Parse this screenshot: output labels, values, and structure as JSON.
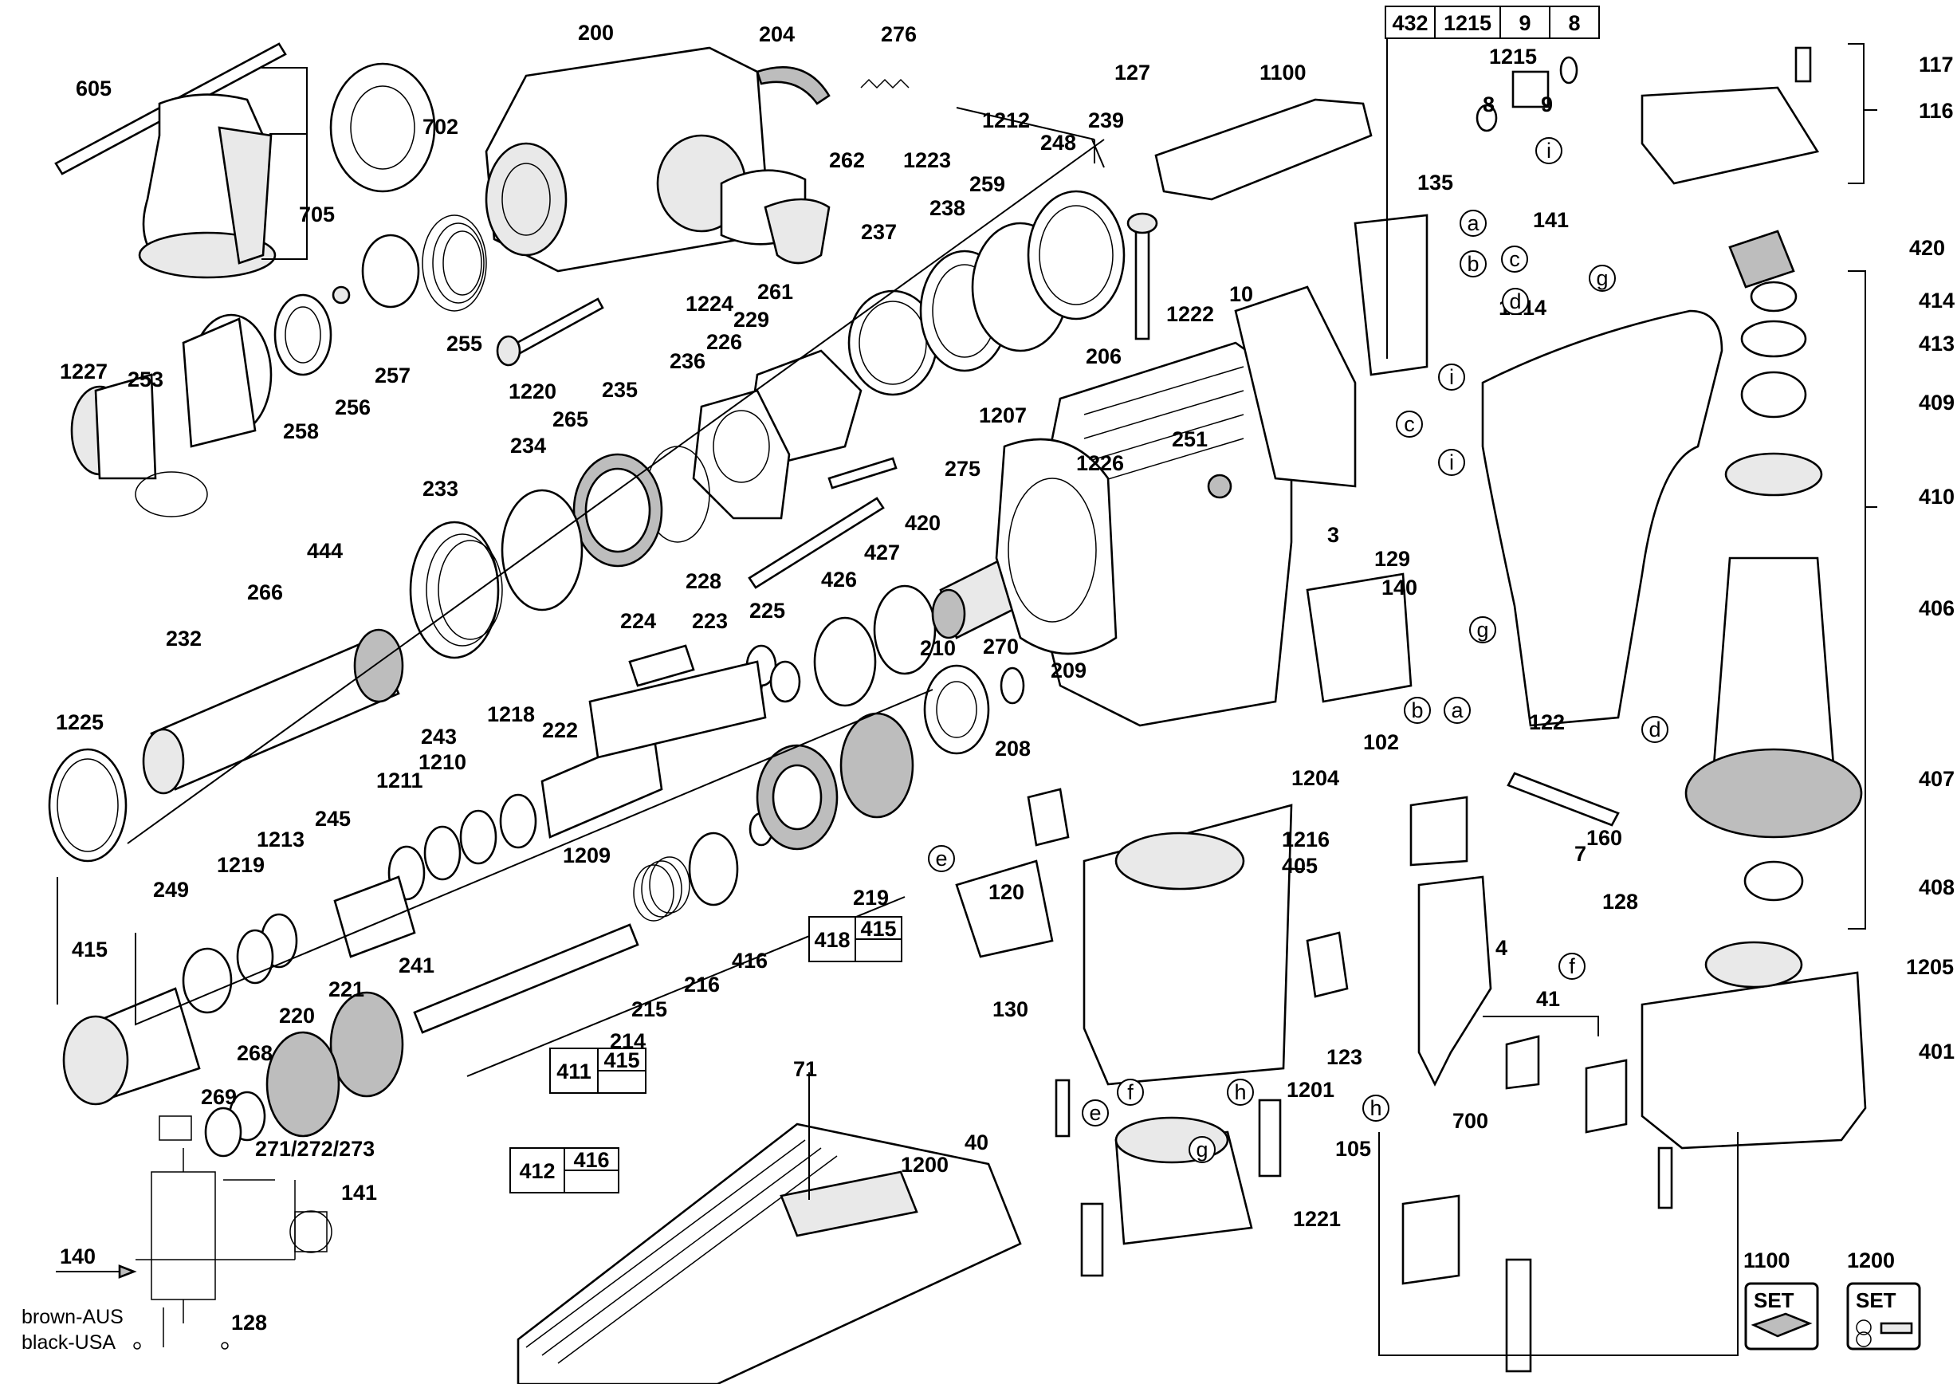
{
  "diagram": {
    "part_labels": [
      "605",
      "200",
      "204",
      "276",
      "702",
      "705",
      "262",
      "1223",
      "1212",
      "248",
      "239",
      "1214",
      "253",
      "1227",
      "258",
      "256",
      "257",
      "255",
      "1224",
      "261",
      "237",
      "238",
      "259",
      "1226",
      "1220",
      "1222",
      "235",
      "236",
      "226",
      "229",
      "275",
      "265",
      "234",
      "233",
      "444",
      "266",
      "232",
      "1225",
      "228",
      "427",
      "426",
      "420",
      "224",
      "223",
      "225",
      "210",
      "270",
      "209",
      "1218",
      "243",
      "222",
      "1210",
      "1211",
      "1209",
      "245",
      "1213",
      "1219",
      "249",
      "415",
      "241",
      "221",
      "220",
      "268",
      "269",
      "271/272/273",
      "214",
      "215",
      "216",
      "416",
      "219",
      "208",
      "1207",
      "206",
      "251",
      "10",
      "3",
      "102",
      "1204",
      "127",
      "1100",
      "1215",
      "9",
      "8",
      "117",
      "116",
      "135",
      "141",
      "420",
      "414",
      "413",
      "409",
      "410",
      "406",
      "407",
      "408",
      "1205",
      "401",
      "129",
      "140",
      "122",
      "160",
      "7",
      "128",
      "4",
      "1216",
      "405",
      "120",
      "130",
      "1201",
      "123",
      "105",
      "1221",
      "40",
      "41",
      "700",
      "71",
      "1200"
    ],
    "circle_callouts": [
      "a",
      "b",
      "c",
      "d",
      "i",
      "g",
      "e",
      "f",
      "h"
    ],
    "tables": [
      {
        "cells": [
          "432",
          "1215",
          "9",
          "8"
        ]
      },
      {
        "cells": [
          "418",
          "415"
        ]
      },
      {
        "cells": [
          "411",
          "415"
        ]
      },
      {
        "cells": [
          "412",
          "416"
        ]
      }
    ],
    "legend": {
      "line1": "brown-AUS",
      "line2": "black-USA",
      "arrow_label": "140",
      "label_141": "141",
      "label_128": "128"
    },
    "set_icons": [
      {
        "number": "1100",
        "text": "SET"
      },
      {
        "number": "1200",
        "text": "SET"
      }
    ]
  }
}
